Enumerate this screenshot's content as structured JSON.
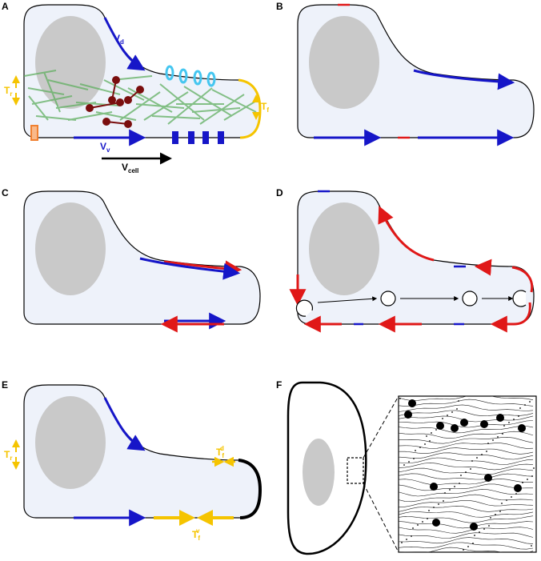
{
  "panels": {
    "A": {
      "label": "A",
      "vd_main": "V",
      "vd_sub": "d",
      "vv_main": "V",
      "vv_sub": "v",
      "tr_main": "T",
      "tr_sub": "r",
      "tf_main": "T",
      "tf_sub": "f",
      "vcell_main": "V",
      "vcell_sub": "cell"
    },
    "B": {
      "label": "B"
    },
    "C": {
      "label": "C"
    },
    "D": {
      "label": "D"
    },
    "E": {
      "label": "E",
      "tr_main": "T",
      "tr_sub": "r",
      "tfd_main": "T",
      "tfd_sub": "f",
      "tfd_sup": "d",
      "tfv_main": "T",
      "tfv_sub": "f",
      "tfv_sup": "v"
    },
    "F": {
      "label": "F"
    }
  },
  "colors": {
    "blue": "#1616c8",
    "red": "#e01818",
    "yellow": "#f5c400",
    "green": "#5fae5f",
    "cyan": "#45c6f0",
    "darkred": "#7a0e0e",
    "orange": "#f08030",
    "nucleus": "#c9c9c9",
    "cytoplasm": "#eef2fa"
  }
}
